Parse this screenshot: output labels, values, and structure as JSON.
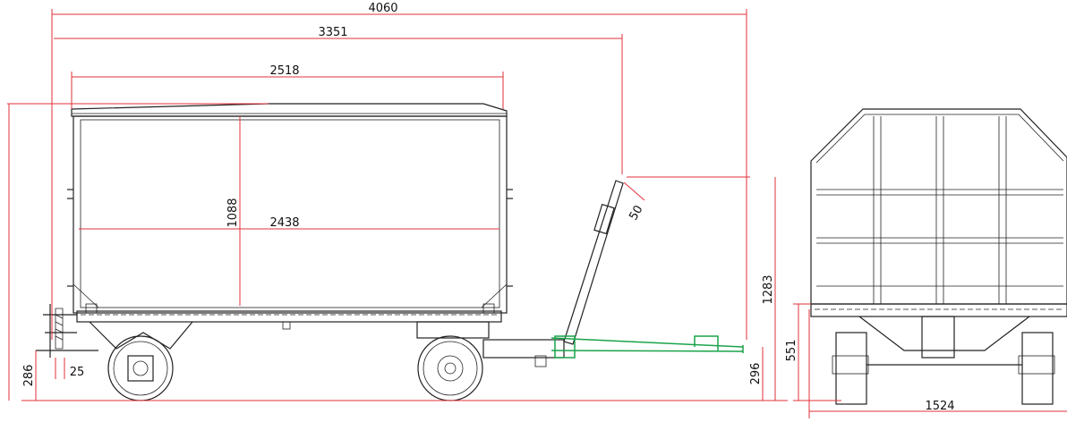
{
  "dimensions": {
    "overall_length": "4060",
    "length_to_handle": "3351",
    "body_length": "2518",
    "inner_length": "2438",
    "inner_height": "1088",
    "handle_offset": "50",
    "overall_height": "1283",
    "coupling_height": "286",
    "coupling_offset": "25",
    "drawbar_height": "296",
    "deck_height": "551",
    "track_width": "1524"
  },
  "colors": {
    "dimension_lines": "#e0303a",
    "structure": "#222222",
    "drawbar": "#1aa34a"
  }
}
